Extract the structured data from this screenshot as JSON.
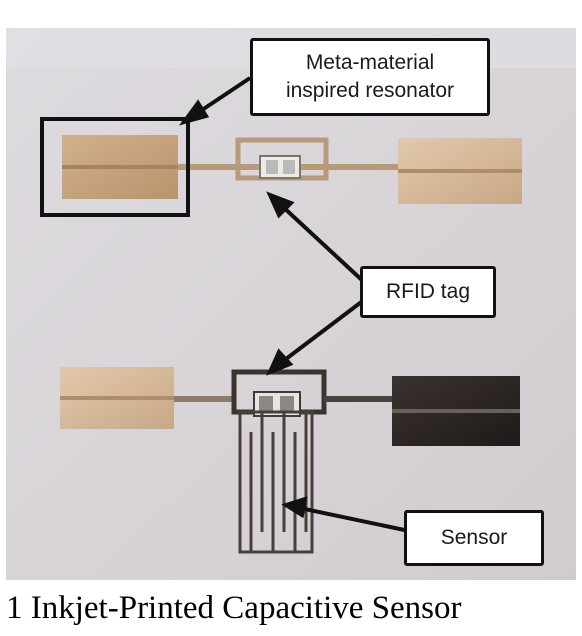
{
  "labels": {
    "resonator_line1": "Meta-material",
    "resonator_line2": "inspired resonator",
    "rfid": "RFID tag",
    "sensor": "Sensor"
  },
  "caption": "1 Inkjet-Printed Capacitive Sensor",
  "colors": {
    "background_panel": "#d9d6d9",
    "copper_pad": "#c9a783",
    "dark_pad": "#2a2422",
    "outline": "#111111"
  }
}
